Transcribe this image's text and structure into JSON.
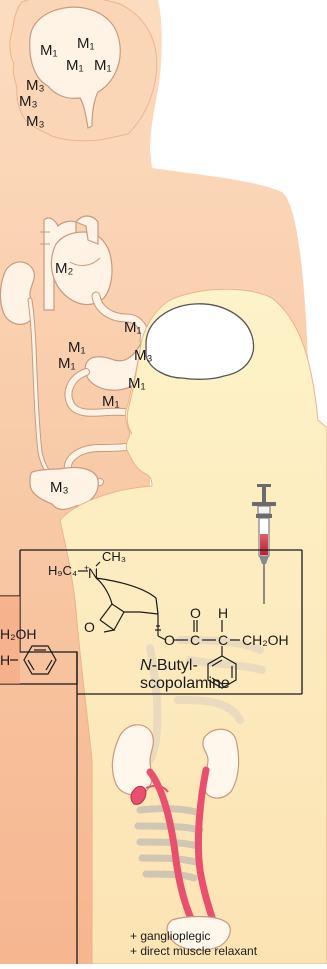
{
  "brain_receptors": {
    "a": "M1",
    "b": "M1",
    "c": "M1",
    "d": "M1",
    "e": "M3",
    "f": "M3",
    "g": "M3"
  },
  "heart_receptor": "M2",
  "gut_receptors": {
    "a": "M1",
    "b": "M1",
    "c": "M3",
    "d": "M1",
    "e": "M1",
    "f": "M1"
  },
  "bladder_receptor": "M3",
  "molecule": {
    "ch3": "CH3",
    "h9c4": "H9C4",
    "n_plus": "N",
    "o_ether": "O",
    "o_ester": "O",
    "c_carbonyl": "C",
    "o_carbonyl": "O",
    "c_alpha": "C",
    "h_alpha": "H",
    "ch2oh": "CH2OH",
    "name_italic": "N",
    "name_line1": "-Butyl-",
    "name_line2": "scopolamine"
  },
  "left_fragment": {
    "h2oh": "H2OH",
    "h": "H"
  },
  "footnote": {
    "line1": "+ ganglioplegic",
    "line2": "+ direct muscle relaxant"
  },
  "colors": {
    "back_figure": "#f9cfaa",
    "front_figure": "#fcebc0",
    "front_figure_outline": "#e8b090",
    "organ_fill": "#fff6ec",
    "organ_outline": "#c89a80",
    "vessel_red": "#e8506e",
    "line": "#1a1a1a"
  }
}
